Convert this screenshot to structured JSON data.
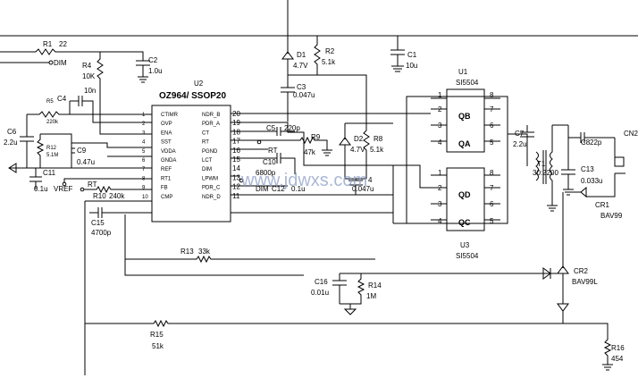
{
  "chip": {
    "ref": "U2",
    "name": "OZ964/ SSOP20",
    "left_pins": [
      {
        "num": "1",
        "name": "CTIMR"
      },
      {
        "num": "2",
        "name": "OVP"
      },
      {
        "num": "3",
        "name": "ENA"
      },
      {
        "num": "4",
        "name": "SST"
      },
      {
        "num": "5",
        "name": "VDDA"
      },
      {
        "num": "6",
        "name": "GNDA"
      },
      {
        "num": "7",
        "name": "REF"
      },
      {
        "num": "8",
        "name": "RT1"
      },
      {
        "num": "9",
        "name": "FB"
      },
      {
        "num": "10",
        "name": "CMP"
      }
    ],
    "right_pins": [
      {
        "num": "20",
        "name": "NDR_B"
      },
      {
        "num": "19",
        "name": "PDR_A"
      },
      {
        "num": "18",
        "name": "CT"
      },
      {
        "num": "17",
        "name": "RT"
      },
      {
        "num": "16",
        "name": "PGND"
      },
      {
        "num": "15",
        "name": "LCT"
      },
      {
        "num": "14",
        "name": "DIM"
      },
      {
        "num": "13",
        "name": "LPWM"
      },
      {
        "num": "12",
        "name": "PDR_C"
      },
      {
        "num": "11",
        "name": "NDR_D"
      }
    ]
  },
  "labels": {
    "r1_ref": "R1",
    "r1_val": "22",
    "dim_in": "DIM",
    "r4_ref": "R4",
    "r4_val": "10K",
    "c2_ref": "C2",
    "c2_val": "1.0u",
    "c4_ref": "C4",
    "c4_val": "10n",
    "r5_ref": "R5",
    "r5_val": "220k",
    "c6_ref": "C6",
    "c6_val": "2.2u",
    "r12_ref": "R12",
    "r12_val": "5.1M",
    "c9_ref": "C9",
    "c9_val": "0.47u",
    "c11_ref": "C11",
    "c11_val": "0.1u",
    "vref": "VREF",
    "rt_left": "RT",
    "r10_ref": "R10",
    "r10_val": "240k",
    "c15_ref": "C15",
    "c15_val": "4700p",
    "d1_ref": "D1",
    "d1_val": "4.7V",
    "r2_ref": "R2",
    "r2_val": "5.1k",
    "c3_ref": "C3",
    "c3_val": "0.047u",
    "c1_ref": "C1",
    "c1_val": "10u",
    "c5_ref": "C5",
    "c5_val": "220p",
    "rt_right": "RT",
    "r9_ref": "R9",
    "r9_val": "47k",
    "c10_ref": "C10",
    "c10_val": "6800p",
    "dim_mid": "DIM",
    "c12_ref": "C12",
    "c12_val": "0.1u",
    "d2_ref": "D2",
    "d2_val": "4.7V",
    "r8_ref": "R8",
    "r8_val": "5.1k",
    "c4b_ref": "4",
    "c4b_val": "0.047u",
    "u1_ref": "U1",
    "u1_val": "SI5504",
    "qb": "QB",
    "qa": "QA",
    "u3_ref": "U3",
    "u3_val": "SI5504",
    "qd": "QD",
    "qc": "QC",
    "c7_ref": "C7",
    "c7_val": "2.2u",
    "t1_ref": "T1",
    "t1_val": "30:2200",
    "c8_ref": "C8",
    "c8_val": "22p",
    "c13_ref": "C13",
    "c13_val": "0.033u",
    "cn2": "CN2",
    "cr1_ref": "CR1",
    "cr1_val": "BAV99",
    "cr2_ref": "CR2",
    "cr2_val": "BAV99L",
    "r13_ref": "R13",
    "r13_val": "33k",
    "c16_ref": "C16",
    "c16_val": "0.01u",
    "r14_ref": "R14",
    "r14_val": "1M",
    "r15_ref": "R15",
    "r15_val": "51k",
    "r16_ref": "R16",
    "r16_val": "454",
    "watermark": "www.jdwxs.com"
  }
}
